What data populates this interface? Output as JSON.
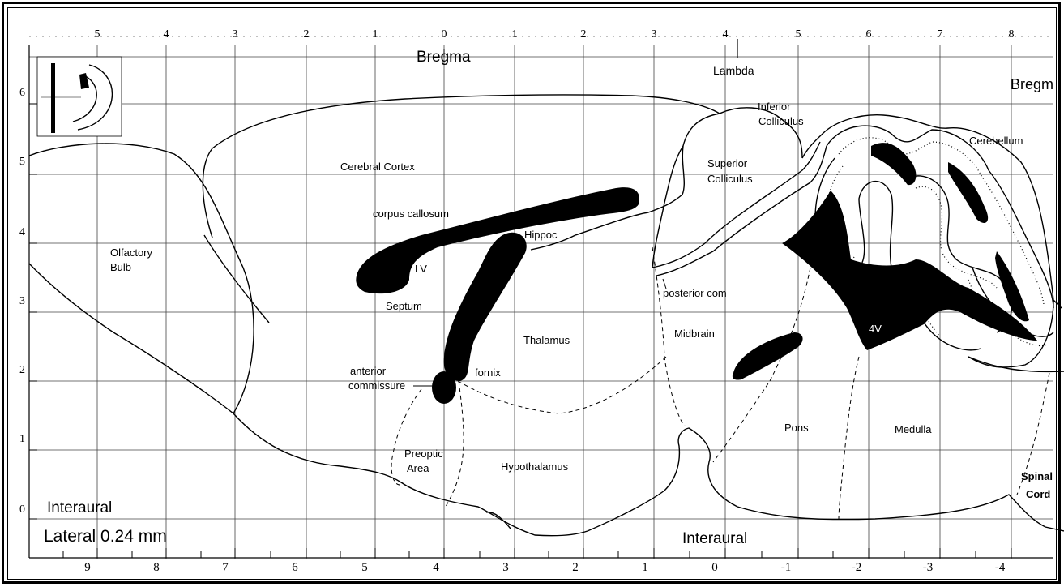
{
  "labels": {
    "bregma_top": "Bregma",
    "bregma_right": "Bregm",
    "lambda": "Lambda",
    "interaural_left": "Interaural",
    "interaural_bottom": "Interaural",
    "lateral": "Lateral 0.24 mm",
    "olfactory_1": "Olfactory",
    "olfactory_2": "Bulb",
    "cerebral_cortex": "Cerebral Cortex",
    "corpus_callosum": "corpus callosum",
    "lv": "LV",
    "septum": "Septum",
    "hippoc": "Hippoc",
    "thalamus": "Thalamus",
    "fornix": "fornix",
    "anterior_1": "anterior",
    "anterior_2": "commissure",
    "preoptic_1": "Preoptic",
    "preoptic_2": "Area",
    "hypothalamus": "Hypothalamus",
    "superior_1": "Superior",
    "superior_2": "Colliculus",
    "inferior_1": "Inferior",
    "inferior_2": "Colliculus",
    "posterior_com": "posterior com",
    "midbrain": "Midbrain",
    "cerebellum": "Cerebellum",
    "fourth_ventricle": "4V",
    "pons": "Pons",
    "medulla": "Medulla",
    "spinal_1": "Spinal",
    "spinal_2": "Cord"
  },
  "top_axis": [
    "5",
    "4",
    "3",
    "2",
    "1",
    "0",
    "1",
    "2",
    "3",
    "4",
    "5",
    "6",
    "7",
    "8"
  ],
  "bottom_axis": [
    "9",
    "8",
    "7",
    "6",
    "5",
    "4",
    "3",
    "2",
    "1",
    "0",
    "-1",
    "-2",
    "-3",
    "-4"
  ],
  "left_axis": [
    "6",
    "5",
    "4",
    "3",
    "2",
    "1",
    "0"
  ]
}
